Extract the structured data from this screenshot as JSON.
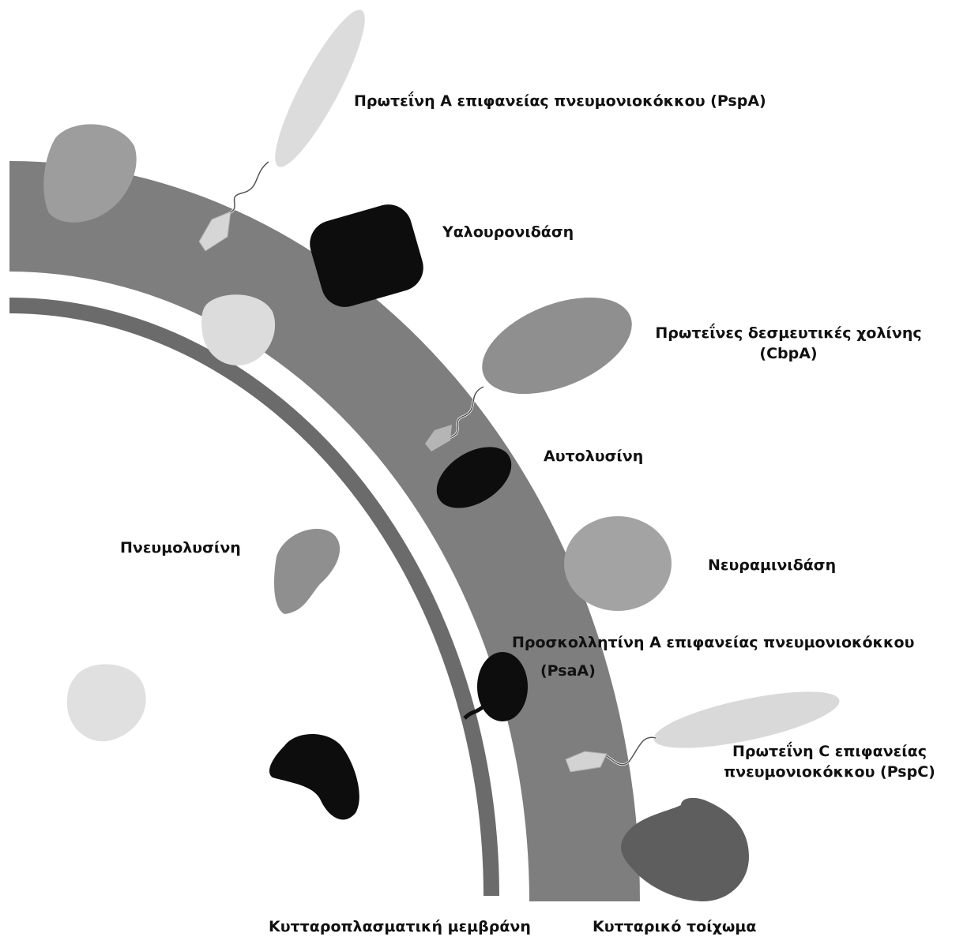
{
  "colors": {
    "cell_wall": "#7e7e7e",
    "cell_membrane": "#6b6b6b",
    "dark_protein": "#0d0d0d",
    "mid_protein": "#8d8d8d",
    "light_protein": "#d9d9d9",
    "label_text": "#111111",
    "background": "#ffffff"
  },
  "labels": {
    "pspa": "Πρωτεΐνη Α επιφανείας πνευμονιοκόκκου (PspA)",
    "hyaluronidase": "Υαλουρονιδάση",
    "cbpa_line1": "Πρωτεΐνες δεσμευτικές χολίνης",
    "cbpa_line2": "(CbpA)",
    "autolysin": "Αυτολυσίνη",
    "pneumolysin": "Πνευμολυσίνη",
    "neuraminidase": "Νευραμινιδάση",
    "psaa_line1": "Προσκολλητίνη Α επιφανείας πνευμονιοκόκκου",
    "psaa_line2": "(PsaA)",
    "pspc_line1": "Πρωτεΐνη C επιφανείας",
    "pspc_line2": "πνευμονιοκόκκου (PspC)",
    "cytoplasmic_membrane": "Κυτταροπλασματική μεμβράνη",
    "cell_wall": "Κυτταρικό τοίχωμα"
  }
}
